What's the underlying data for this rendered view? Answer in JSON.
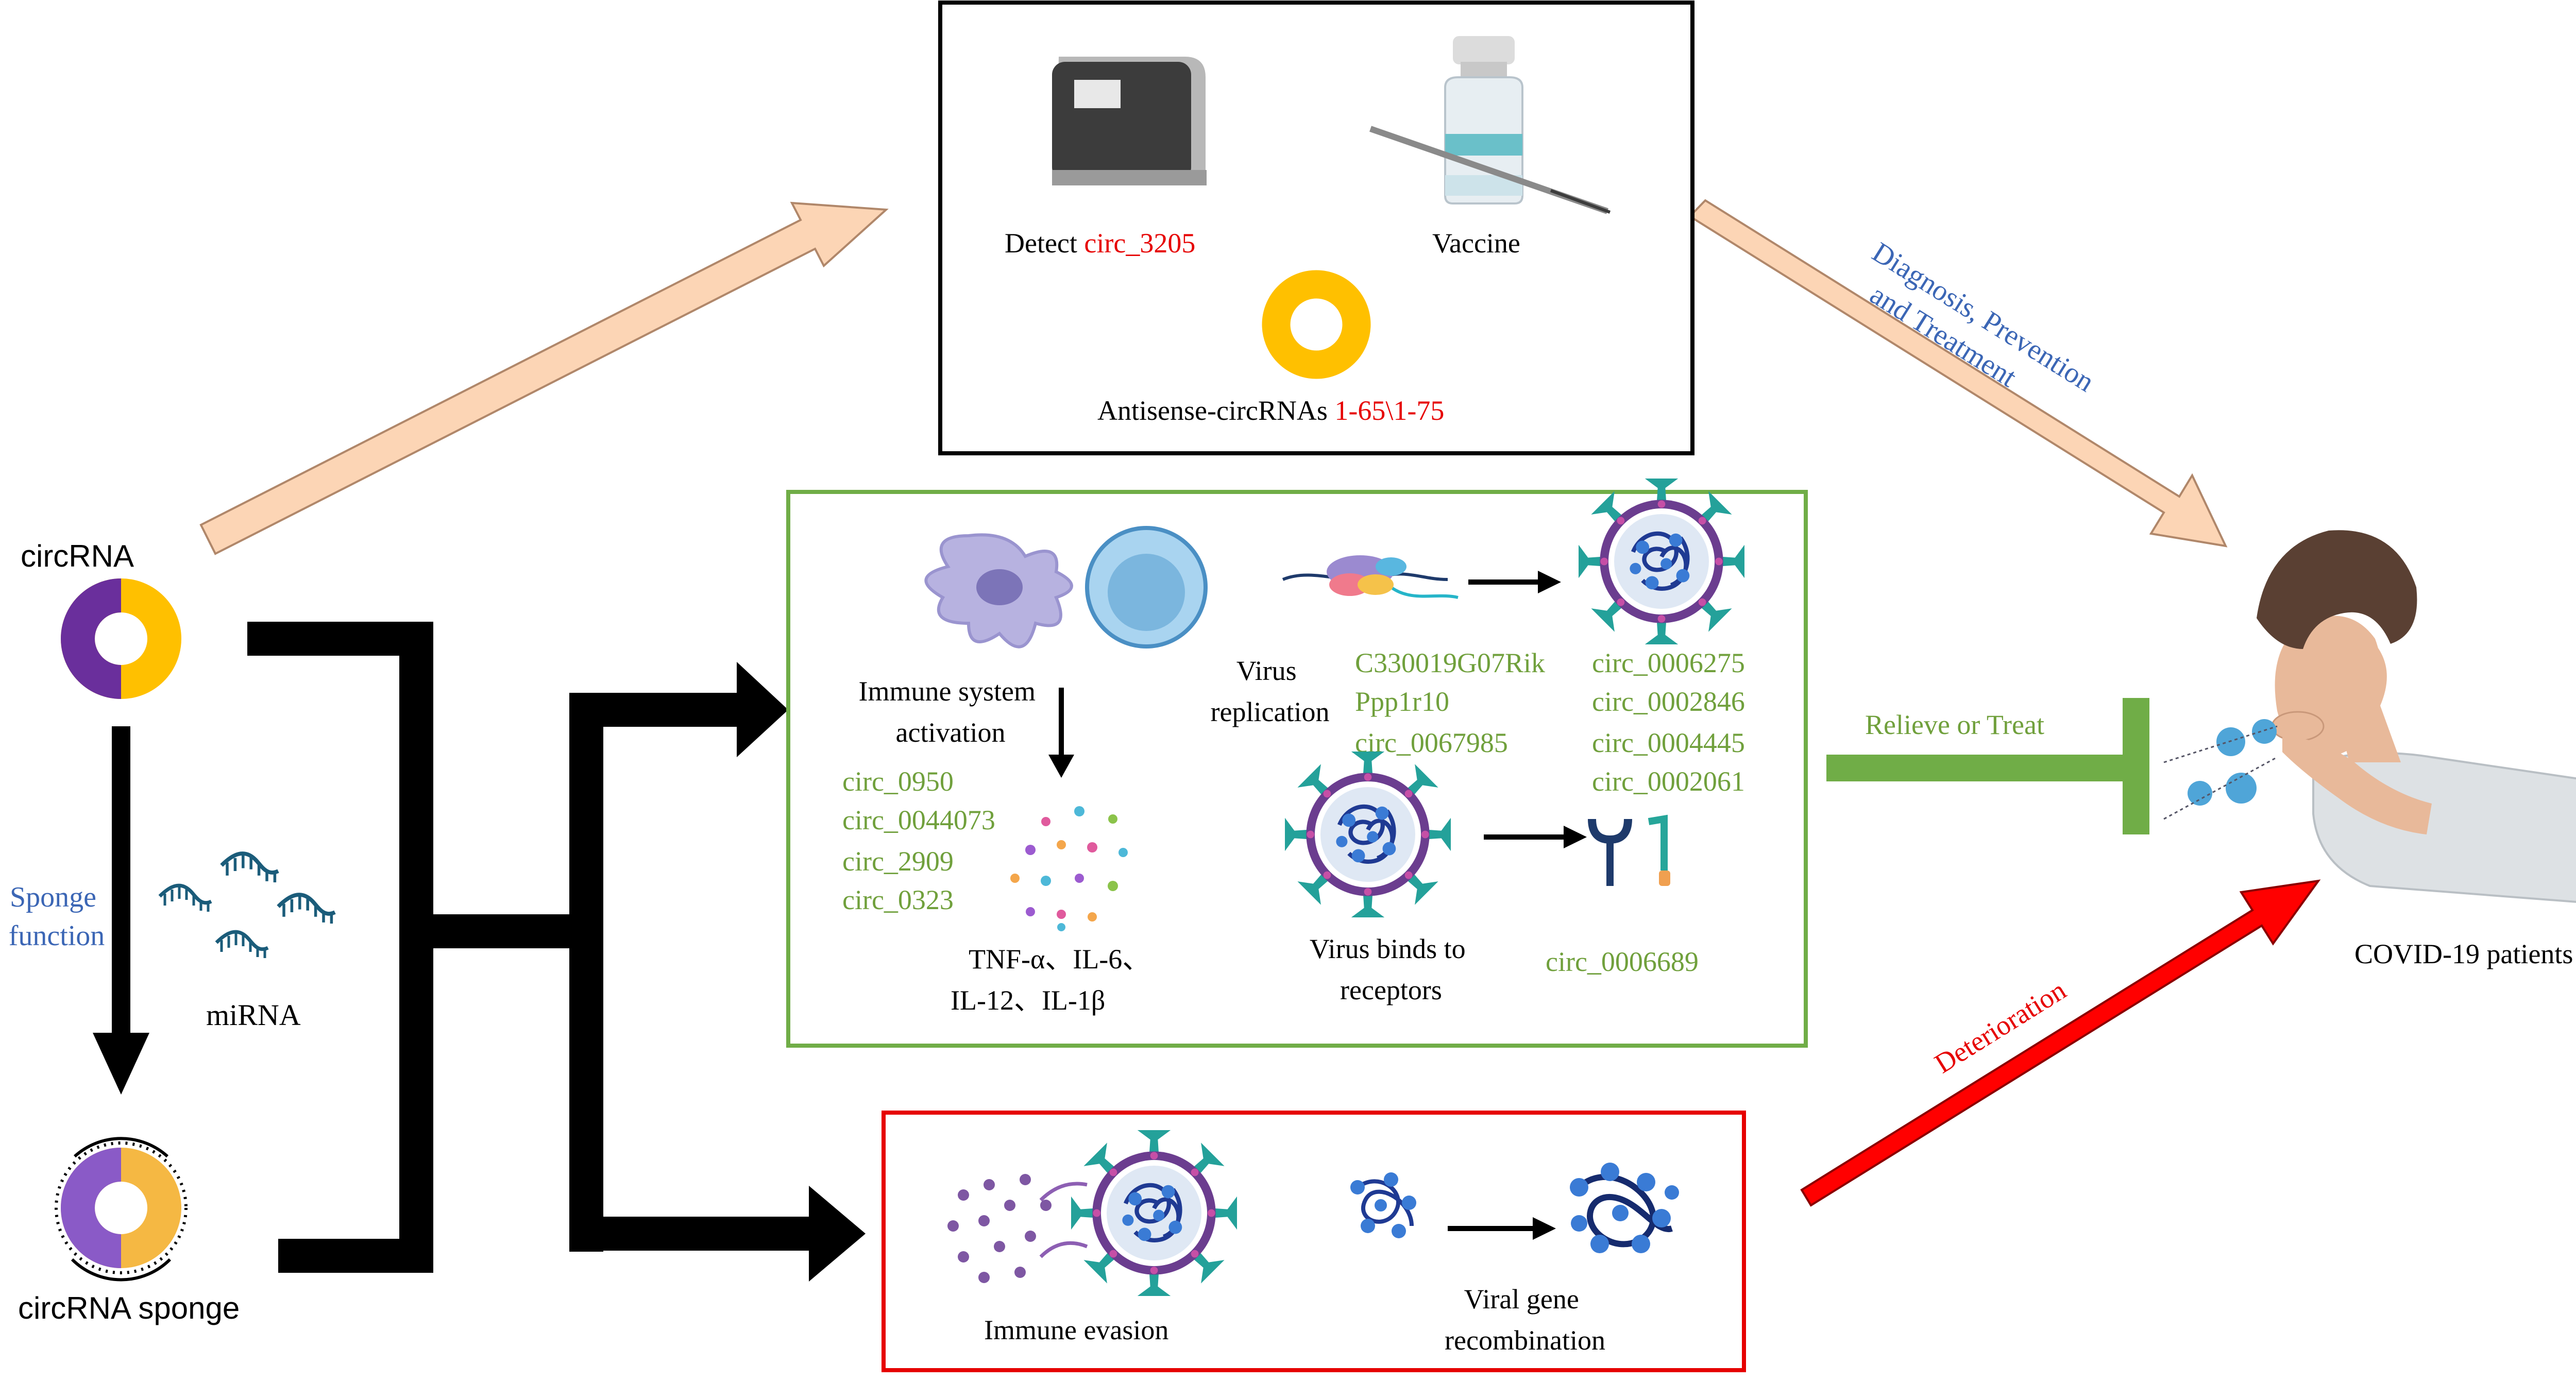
{
  "left": {
    "circrna_label": "circRNA",
    "sponge_function": [
      "Sponge",
      "function"
    ],
    "mirna_label": "miRNA",
    "sponge_label": "circRNA sponge"
  },
  "top_box": {
    "detect_prefix": "Detect ",
    "detect_id": "circ_3205",
    "vaccine": "Vaccine",
    "antisense_prefix": "Antisense-circRNAs ",
    "antisense_ids": "1-65\\1-75"
  },
  "diag_label": [
    "Diagnosis, Prevention",
    "and Treatment"
  ],
  "green_box": {
    "immune_activation": [
      "Immune system",
      "activation"
    ],
    "immune_circs": [
      "circ_0950",
      "circ_0044073",
      "circ_2909",
      "circ_0323"
    ],
    "cytokines": [
      "TNF-α、IL-6、",
      "IL-12、IL-1β"
    ],
    "virus_replication": [
      "Virus",
      "replication"
    ],
    "replication_genes_left": [
      "C330019G07Rik",
      "Ppp1r10",
      "circ_0067985"
    ],
    "replication_genes_right": [
      "circ_0006275",
      "circ_0002846",
      "circ_0004445",
      "circ_0002061"
    ],
    "virus_binds": [
      "Virus binds to",
      "receptors"
    ],
    "binds_circ": "circ_0006689"
  },
  "relieve_label": "Relieve or Treat",
  "red_box": {
    "immune_evasion": "Immune evasion",
    "recombination": [
      "Viral gene",
      "recombination"
    ]
  },
  "deterioration_label": "Deterioration",
  "patient_label": "COVID-19 patients",
  "colors": {
    "purple": "#6a2f9c",
    "yellow": "#ffc000",
    "green_text": "#70a03c",
    "green_box": "#70ad47",
    "red": "#e60000",
    "blue_text": "#3b66b5",
    "peach": "#fcd5b5",
    "peach_stroke": "#b0876a"
  }
}
